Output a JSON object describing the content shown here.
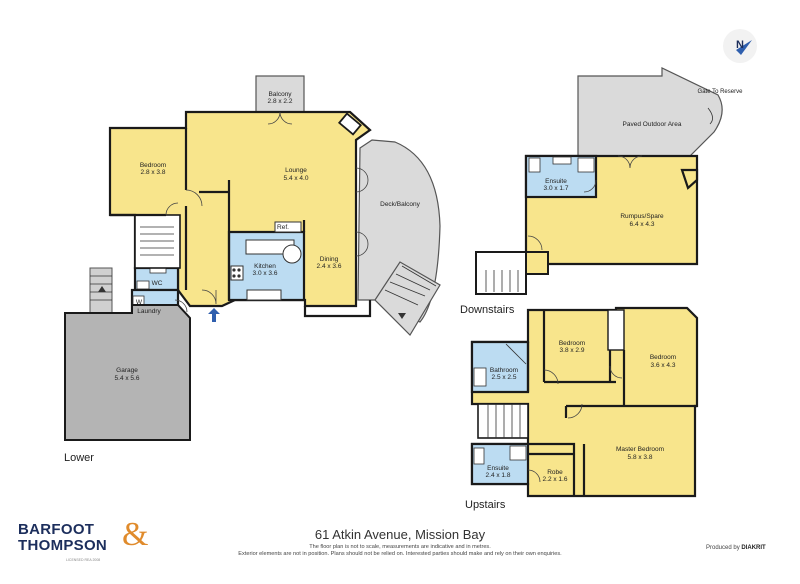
{
  "compass": {
    "label": "N"
  },
  "floors": {
    "lower": "Lower",
    "downstairs": "Downstairs",
    "upstairs": "Upstairs"
  },
  "rooms": {
    "balcony": {
      "name": "Balcony",
      "dim": "2.8 x 2.2"
    },
    "bedroom_lower": {
      "name": "Bedroom",
      "dim": "2.8 x 3.8"
    },
    "lounge": {
      "name": "Lounge",
      "dim": "5.4 x 4.0"
    },
    "deck": {
      "name": "Deck/Balcony"
    },
    "ref": {
      "name": "Ref."
    },
    "kitchen": {
      "name": "Kitchen",
      "dim": "3.0 x 3.6"
    },
    "dining": {
      "name": "Dining",
      "dim": "2.4 x 3.6"
    },
    "wc": {
      "name": "WC"
    },
    "w": {
      "name": "W"
    },
    "laundry": {
      "name": "Laundry"
    },
    "garage": {
      "name": "Garage",
      "dim": "5.4 x 5.6"
    },
    "paved": {
      "name": "Paved Outdoor Area"
    },
    "gate": {
      "name": "Gate To Reserve"
    },
    "ensuite_down": {
      "name": "Ensuite",
      "dim": "3.0 x 1.7"
    },
    "rumpus": {
      "name": "Rumpus/Spare",
      "dim": "6.4 x 4.3"
    },
    "bedroom_up1": {
      "name": "Bedroom",
      "dim": "3.8 x 2.9"
    },
    "bedroom_up2": {
      "name": "Bedroom",
      "dim": "3.6 x 4.3"
    },
    "bathroom": {
      "name": "Bathroom",
      "dim": "2.5 x 2.5"
    },
    "master": {
      "name": "Master Bedroom",
      "dim": "5.8 x 3.8"
    },
    "ensuite_up": {
      "name": "Ensuite",
      "dim": "2.4 x 1.8"
    },
    "robe": {
      "name": "Robe",
      "dim": "2.2 x 1.6"
    }
  },
  "footer": {
    "address": "61 Atkin Avenue, Mission Bay",
    "disclaimer1": "The floor plan is not to scale, measurements are indicative and in metres.",
    "disclaimer2": "Exterior elements are not in position. Plans should not be relied on. Interested parties should make and rely on their own enquiries.",
    "logo_line1": "BARFOOT",
    "logo_line2": "THOMPSON",
    "logo_amp": "&",
    "logo_sub": "LICENSED REA 2008",
    "credit_prefix": "Produced by",
    "credit_brand": "DIAKRIT"
  },
  "colors": {
    "room": "#f8e58c",
    "wet_room": "#bcdcf2",
    "garage": "#b4b4b4",
    "exterior": "#dadada",
    "entry_arrow": "#2f5fae",
    "brand_navy": "#1c2e5c",
    "brand_orange": "#e08b2c"
  }
}
